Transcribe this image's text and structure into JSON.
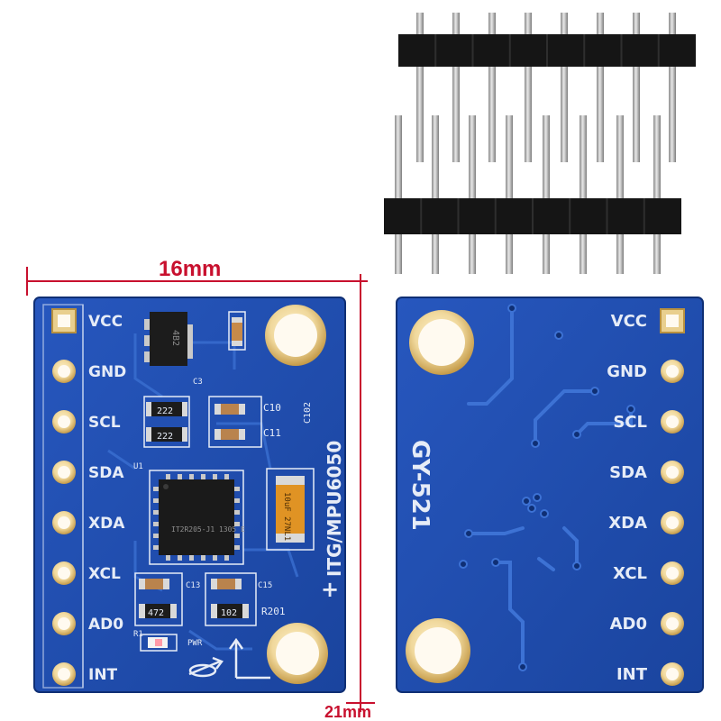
{
  "dimensions": {
    "width_label": "16mm",
    "height_label": "21mm",
    "line_color": "#c8102e"
  },
  "front_board": {
    "pin_labels": [
      "VCC",
      "GND",
      "SCL",
      "SDA",
      "XDA",
      "XCL",
      "AD0",
      "INT"
    ],
    "part_label": "ITG/MPU6050",
    "plus_sign": "+",
    "chip_markings": [
      "U1",
      "IT",
      "U",
      "PWR"
    ],
    "resistor_codes": [
      "222",
      "222",
      "472",
      "102"
    ],
    "component_refs": [
      "C3",
      "C10",
      "C11",
      "C102",
      "C13",
      "C15",
      "R1",
      "R201"
    ],
    "regulator_marking": "4B2",
    "capacitor_marking": "10uF 27NL1",
    "ic_marking": "IT2R205-J1 1305 E"
  },
  "back_board": {
    "pin_labels": [
      "VCC",
      "GND",
      "SCL",
      "SDA",
      "XDA",
      "XCL",
      "AD0",
      "INT"
    ],
    "model_label": "GY-521"
  },
  "colors": {
    "pcb_blue": "#1e4fb0",
    "pcb_blue_dark": "#123a8c",
    "gold_pad": "#d6b46a",
    "header_black": "#151515",
    "pin_metal": "#b7b7b7"
  }
}
